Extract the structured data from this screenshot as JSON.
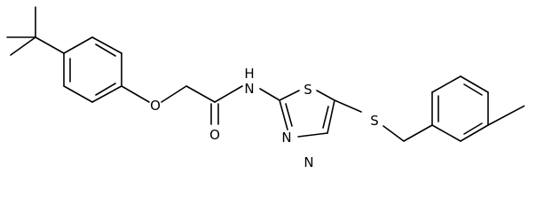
{
  "molecule": {
    "atoms": {
      "oxygen_ether": "O",
      "oxygen_carbonyl": "O",
      "amide_nitrogen": "N",
      "amide_hydrogen": "H",
      "ring_sulfur": "S",
      "ring_nitrogen_left": "N",
      "ring_nitrogen_right": "N",
      "thioether_sulfur": "S"
    }
  }
}
